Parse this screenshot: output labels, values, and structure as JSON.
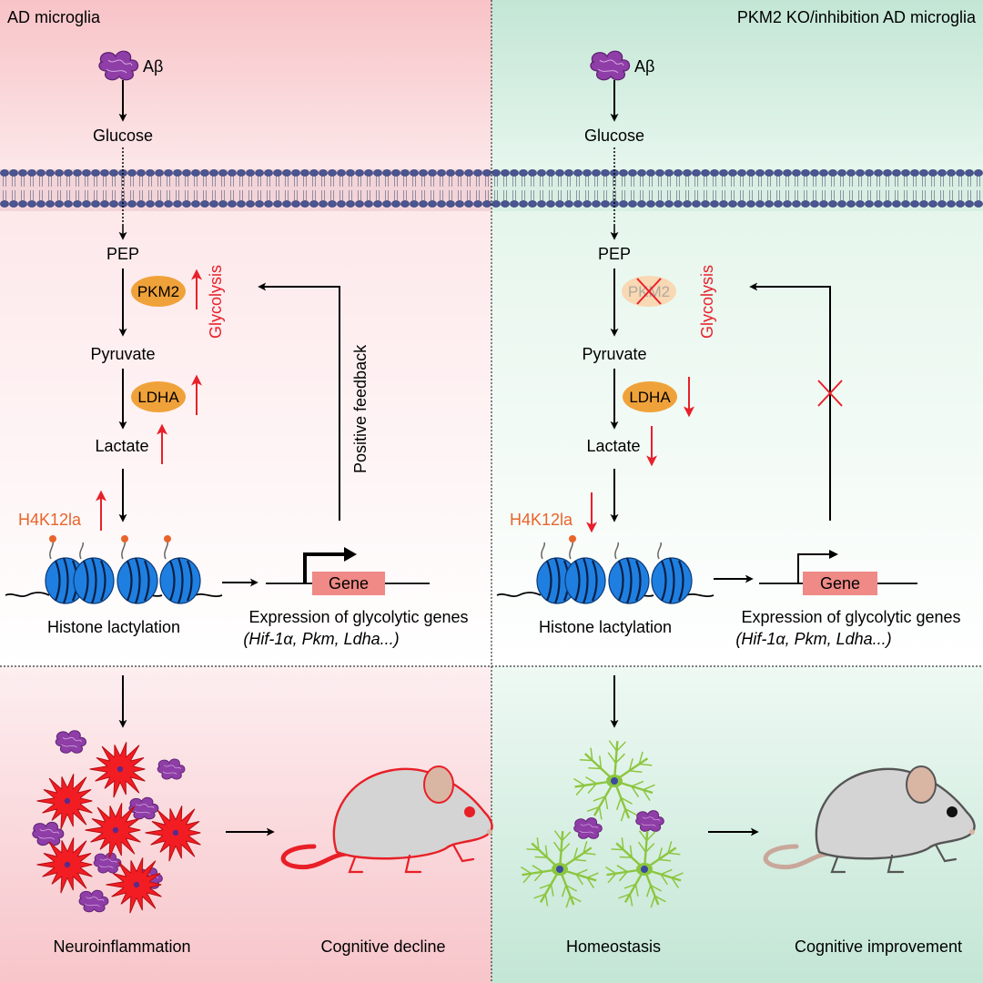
{
  "colors": {
    "ad_bg_top": "#f8c6ca",
    "ad_bg_mid": "#fdeff0",
    "ko_bg_top": "#c6e8d8",
    "ko_bg_mid": "#effaf4",
    "membrane": "#3f4a8a",
    "membrane_inner": "#f6d7dc",
    "enzyme": "#f0a23a",
    "up_arrow": "#e8202a",
    "mark_orange": "#e8642a",
    "nucleosome": "#1f7fe0",
    "gene_box": "#ef8a86",
    "microglia_red": "#f21d23",
    "microglia_green": "#8cc63f",
    "abeta_purple": "#8e3ea6",
    "mouse_grey": "#d4d4d4"
  },
  "left": {
    "panel_title": "AD microglia",
    "abeta": "Aβ",
    "glucose": "Glucose",
    "pep": "PEP",
    "pkm2": "PKM2",
    "glycolysis": "Glycolysis",
    "pyruvate": "Pyruvate",
    "ldha": "LDHA",
    "lactate": "Lactate",
    "h4k12la": "H4K12la",
    "positive_feedback": "Positive feedback",
    "gene": "Gene",
    "histone_lactylation": "Histone lactylation",
    "expression_line1": "Expression of glycolytic genes",
    "expression_line2": "(Hif-1α, Pkm, Ldha...)",
    "outcome_cells": "Neuroinflammation",
    "outcome_mouse": "Cognitive decline"
  },
  "right": {
    "panel_title": "PKM2 KO/inhibition AD microglia",
    "abeta": "Aβ",
    "glucose": "Glucose",
    "pep": "PEP",
    "pkm2": "PKM2",
    "glycolysis": "Glycolysis",
    "pyruvate": "Pyruvate",
    "ldha": "LDHA",
    "lactate": "Lactate",
    "h4k12la": "H4K12la",
    "gene": "Gene",
    "histone_lactylation": "Histone lactylation",
    "expression_line1": "Expression of glycolytic genes",
    "expression_line2": "(Hif-1α, Pkm, Ldha...)",
    "outcome_cells": "Homeostasis",
    "outcome_mouse": "Cognitive improvement"
  }
}
